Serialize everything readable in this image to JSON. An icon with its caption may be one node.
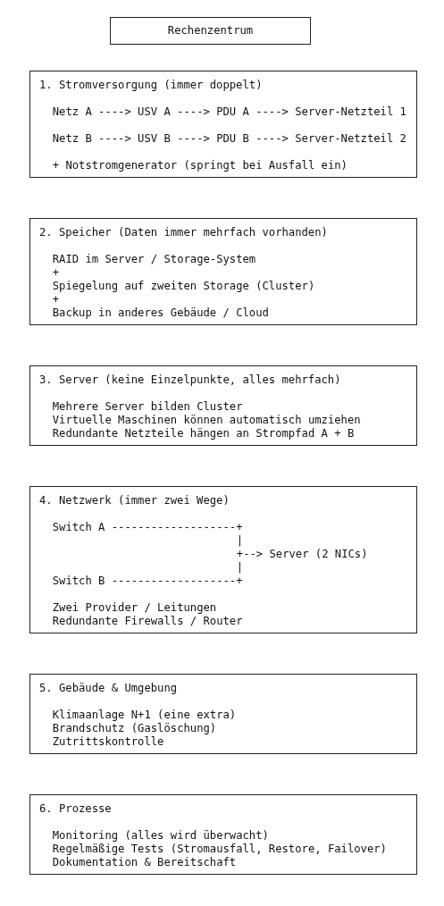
{
  "diagram": {
    "nodes": [
      {
        "text": [
          "Rechenzentrum"
        ]
      },
      {
        "text": [
          "1. Stromversorgung (immer doppelt)",
          "Netz A ----> USV A ----> PDU A ----> Server-Netzteil 1",
          "Netz B ----> USV B ----> PDU B ----> Server-Netzteil 2",
          "+ Notstromgenerator (springt bei Ausfall ein)"
        ]
      },
      {
        "text": [
          "2. Speicher (Daten immer mehrfach vorhanden)",
          "RAID im Server / Storage-System",
          "+",
          "Spiegelung auf zweiten Storage (Cluster)",
          "+",
          "Backup in anderes Gebäude / Cloud"
        ]
      },
      {
        "text": [
          "3. Server (keine Einzelpunkte, alles mehrfach)",
          "Mehrere Server bilden Cluster",
          "Virtuelle Maschinen können automatisch umziehen",
          "Redundante Netzteile hängen an Strompfad A + B"
        ]
      },
      {
        "text": [
          "4. Netzwerk (immer zwei Wege)",
          "Switch A -------------------+",
          "|",
          "+--> Server (2 NICs)",
          "|",
          "Switch B -------------------+",
          "Zwei Provider / Leitungen",
          "Redundante Firewalls / Router"
        ]
      },
      {
        "text": [
          "5. Gebäude & Umgebung",
          "Klimaanlage N+1 (eine extra)",
          "Brandschutz (Gaslöschung)",
          "Zutrittskontrolle"
        ]
      },
      {
        "text": [
          "6. Prozesse",
          "Monitoring (alles wird überwacht)",
          "Regelmäßige Tests (Stromausfall, Restore, Failover)",
          "Dokumentation & Bereitschaft"
        ]
      }
    ]
  }
}
